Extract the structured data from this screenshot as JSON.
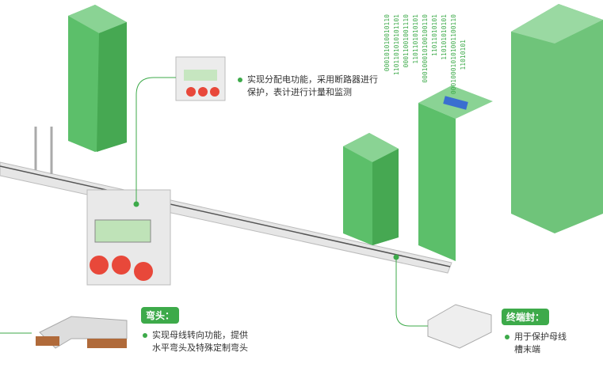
{
  "callouts": {
    "distribution": {
      "text_line1": "实现分配电功能，采用断路器进行",
      "text_line2": "保护，表计进行计量和监测"
    },
    "elbow": {
      "title": "弯头：",
      "text_line1": "实现母线转向功能，提供",
      "text_line2": "水平弯头及特殊定制弯头"
    },
    "end_cap": {
      "title": "终端封：",
      "text_line1": "用于保护母线",
      "text_line2": "槽末端"
    }
  },
  "binary_columns": [
    "000101010010110",
    "1101101010101101",
    "00011001001110",
    "1101101010101",
    "000100010100100110",
    "11011010101",
    "110101010101",
    "000100010101001100110",
    "11010101"
  ],
  "colors": {
    "accent": "#3daa4a",
    "cabinet": "#5cbf6a"
  }
}
